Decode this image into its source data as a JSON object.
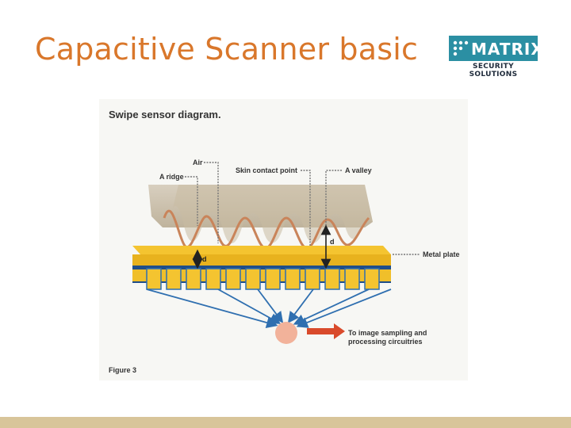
{
  "slide": {
    "title": "Capacitive Scanner basic"
  },
  "logo": {
    "word": "MATRIX",
    "tagline": "SECURITY SOLUTIONS",
    "color": "#2b8fa3"
  },
  "figure": {
    "heading": "Swipe sensor diagram.",
    "caption": "Figure 3",
    "labels": {
      "air": "Air",
      "ridge": "A ridge",
      "contact": "Skin contact point",
      "valley": "A valley",
      "metal_plate": "Metal plate",
      "distance_left": "d",
      "distance_right": "d",
      "output_line1": "To image sampling and",
      "output_line2": "processing circuitries"
    }
  }
}
